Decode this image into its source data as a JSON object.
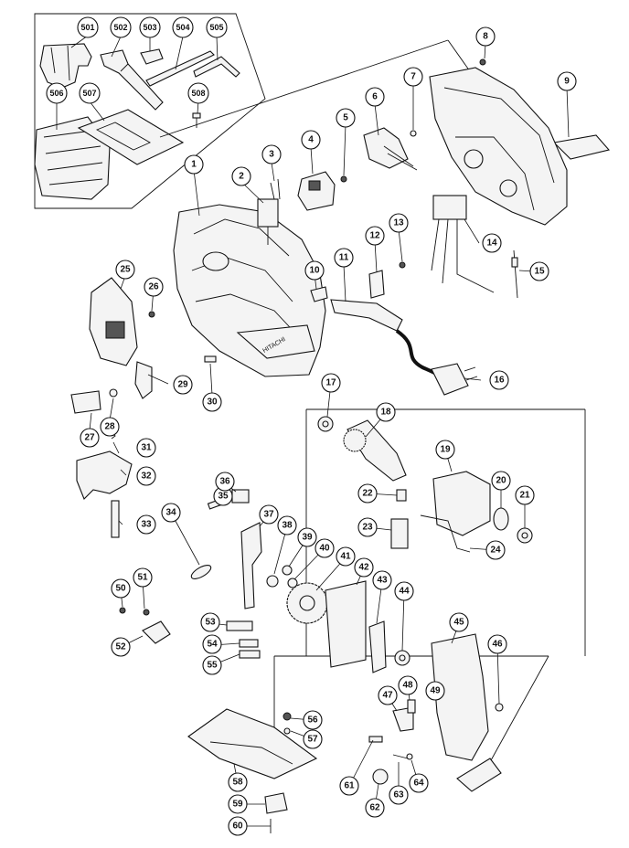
{
  "callouts": {
    "c501": "501",
    "c502": "502",
    "c503": "503",
    "c504": "504",
    "c505": "505",
    "c506": "506",
    "c507": "507",
    "c508": "508",
    "c1": "1",
    "c2": "2",
    "c3": "3",
    "c4": "4",
    "c5": "5",
    "c6": "6",
    "c7": "7",
    "c8": "8",
    "c9": "9",
    "c10": "10",
    "c11": "11",
    "c12": "12",
    "c13": "13",
    "c14": "14",
    "c15": "15",
    "c16": "16",
    "c17": "17",
    "c18": "18",
    "c19": "19",
    "c20": "20",
    "c21": "21",
    "c22": "22",
    "c23": "23",
    "c24": "24",
    "c25": "25",
    "c26": "26",
    "c27": "27",
    "c28": "28",
    "c29": "29",
    "c30": "30",
    "c31": "31",
    "c32": "32",
    "c33": "33",
    "c34": "34",
    "c35": "35",
    "c36": "36",
    "c37": "37",
    "c38": "38",
    "c39": "39",
    "c40": "40",
    "c41": "41",
    "c42": "42",
    "c43": "43",
    "c44": "44",
    "c45": "45",
    "c46": "46",
    "c47": "47",
    "c48": "48",
    "c49": "49",
    "c50": "50",
    "c51": "51",
    "c52": "52",
    "c53": "53",
    "c54": "54",
    "c55": "55",
    "c56": "56",
    "c57": "57",
    "c58": "58",
    "c59": "59",
    "c60": "60",
    "c61": "61",
    "c62": "62",
    "c63": "63",
    "c64": "64"
  },
  "housing_brand_text": "HITACHI",
  "colors": {
    "ink": "#111111",
    "paper": "#ffffff",
    "fill": "#f4f4f4"
  }
}
